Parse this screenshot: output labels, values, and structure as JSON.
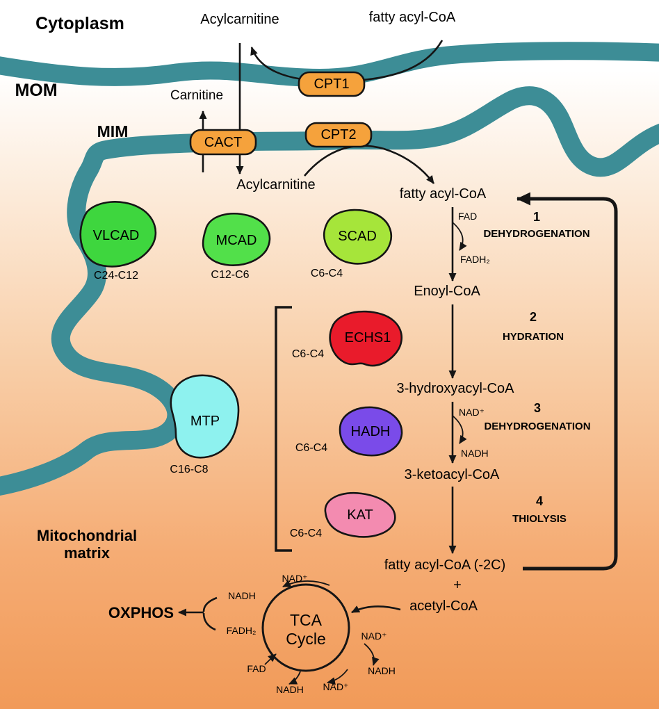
{
  "colors": {
    "background_top": "#ffffff",
    "background_bottom": "#f19a58",
    "membrane": "#3d8d96",
    "transporter": "#f5a23c",
    "metabolite": "#2424d9",
    "step_label": "#a32017",
    "oxphos": "#15760f"
  },
  "regions": {
    "cytoplasm": "Cytoplasm",
    "outer_membrane": "MOM",
    "inner_membrane": "MIM",
    "matrix_line1": "Mitochondrial",
    "matrix_line2": "matrix"
  },
  "transporters": {
    "cpt1": "CPT1",
    "cpt2": "CPT2",
    "cact": "CACT"
  },
  "metabolites": {
    "acylcarnitine_cytoplasm": "Acylcarnitine",
    "fatty_acyl_coa_cytoplasm": "fatty acyl-CoA",
    "carnitine": "Carnitine",
    "acylcarnitine_matrix": "Acylcarnitine",
    "fatty_acyl_coa_matrix": "fatty acyl-CoA",
    "enoyl_coa": "Enoyl-CoA",
    "hydroxyacyl_coa": "3-hydroxyacyl-CoA",
    "ketoacyl_coa": "3-ketoacyl-CoA",
    "fatty_acyl_coa_shortened": "fatty acyl-CoA (-2C)",
    "plus": "+",
    "acetyl_coa": "acetyl-CoA"
  },
  "enzymes": [
    {
      "name": "VLCAD",
      "range": "C24-C12",
      "color": "#3ed63e"
    },
    {
      "name": "MCAD",
      "range": "C12-C6",
      "color": "#52e04a"
    },
    {
      "name": "SCAD",
      "range": "C6-C4",
      "color": "#a6e53a"
    },
    {
      "name": "ECHS1",
      "range": "C6-C4",
      "color": "#e91b2b"
    },
    {
      "name": "HADH",
      "range": "C6-C4",
      "color": "#7a4be9"
    },
    {
      "name": "KAT",
      "range": "C6-C4",
      "color": "#f38bb0"
    },
    {
      "name": "MTP",
      "range": "C16-C8",
      "color": "#8ef2ef"
    }
  ],
  "steps": [
    {
      "num": "1",
      "label": "DEHYDROGENATION"
    },
    {
      "num": "2",
      "label": "HYDRATION"
    },
    {
      "num": "3",
      "label": "DEHYDROGENATION"
    },
    {
      "num": "4",
      "label": "THIOLYSIS"
    }
  ],
  "cofactors": {
    "fad": "FAD",
    "fadh2": "FADH₂",
    "nad": "NAD⁺",
    "nadh": "NADH"
  },
  "tca": {
    "title_line1": "TCA",
    "title_line2": "Cycle",
    "top_nad": "NAD⁺",
    "left_nadh": "NADH",
    "left_fadh2": "FADH₂",
    "fad": "FAD",
    "bottom_nadh": "NADH",
    "bottom_nad": "NAD⁺",
    "right_nadh": "NADH",
    "right_nad": "NAD⁺"
  },
  "oxphos": "OXPHOS"
}
